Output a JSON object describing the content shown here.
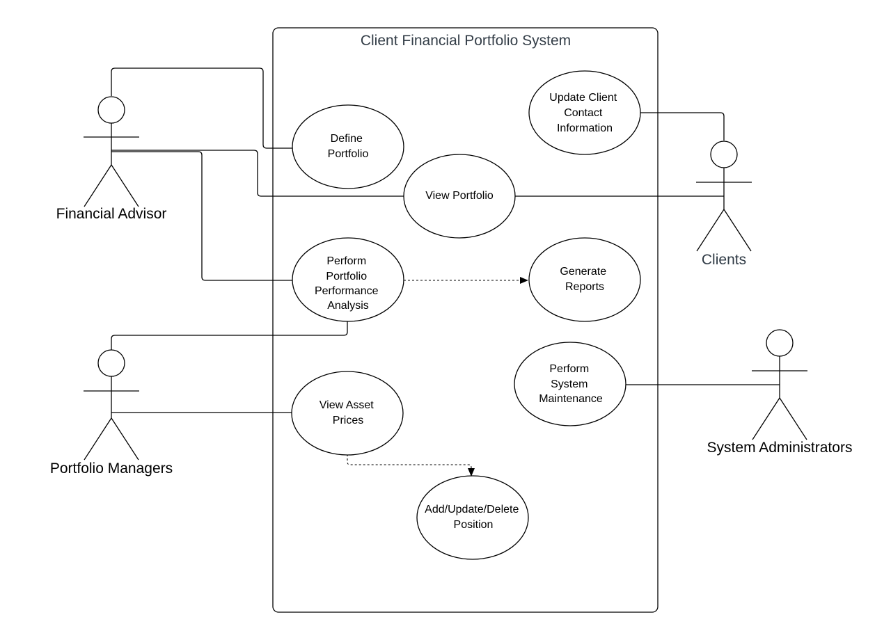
{
  "system": {
    "title": "Client Financial Portfolio System"
  },
  "actors": {
    "financial_advisor": "Financial Advisor",
    "clients": "Clients",
    "portfolio_managers": "Portfolio Managers",
    "system_administrators": "System Administrators"
  },
  "use_cases": {
    "define_portfolio": [
      "Define",
      "Portfolio"
    ],
    "update_client_contact": [
      "Update Client",
      "Contact",
      "Information"
    ],
    "view_portfolio": [
      "View Portfolio"
    ],
    "perform_analysis": [
      "Perform",
      "Portfolio",
      "Performance",
      "Analysis"
    ],
    "generate_reports": [
      "Generate",
      "Reports"
    ],
    "perform_maintenance": [
      "Perform",
      "System",
      "Maintenance"
    ],
    "view_asset_prices": [
      "View Asset",
      "Prices"
    ],
    "add_update_delete": [
      "Add/Update/Delete",
      "Position"
    ]
  },
  "colors": {
    "line": "#000000",
    "system_title": "#333d47",
    "clients_label": "#2f3a45",
    "background": "#ffffff"
  }
}
